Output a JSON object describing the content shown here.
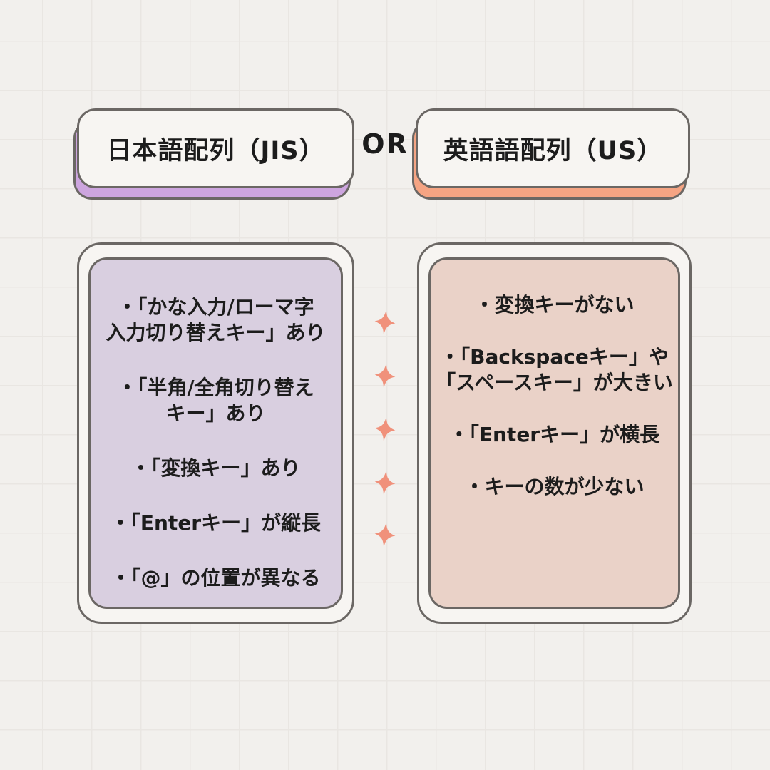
{
  "page": {
    "bg_color": "#F2F0ED",
    "grid_color": "#E9E6E2",
    "border_color": "#6B6764",
    "card_face_color": "#F7F5F2"
  },
  "header": {
    "jis_label": "日本語配列（JIS）",
    "or_label": "OR",
    "us_label": "英語語配列（US）",
    "jis_accent": "#CDA5DF",
    "us_accent": "#F5A483"
  },
  "jis_card": {
    "fill": "#D9CFE0",
    "bullets": [
      {
        "lines": [
          "・「かな入力/ローマ字",
          "入力切り替えキー」あり"
        ]
      },
      {
        "lines": [
          "・「半角/全角切り替え",
          "キー」あり"
        ]
      },
      {
        "lines": [
          "・「変換キー」あり"
        ]
      },
      {
        "lines": [
          "・「Enterキー」が縦長"
        ]
      },
      {
        "lines": [
          "・「@」の位置が異なる"
        ]
      }
    ]
  },
  "us_card": {
    "fill": "#EAD2C8",
    "bullets": [
      {
        "lines": [
          "・変換キーがない"
        ]
      },
      {
        "lines": [
          "・「Backspaceキー」や",
          "「スペースキー」が大きい"
        ]
      },
      {
        "lines": [
          "・「Enterキー」が横長"
        ]
      },
      {
        "lines": [
          "・キーの数が少ない"
        ]
      }
    ]
  },
  "sparkles": {
    "color": "#F0917B",
    "count": 5
  }
}
